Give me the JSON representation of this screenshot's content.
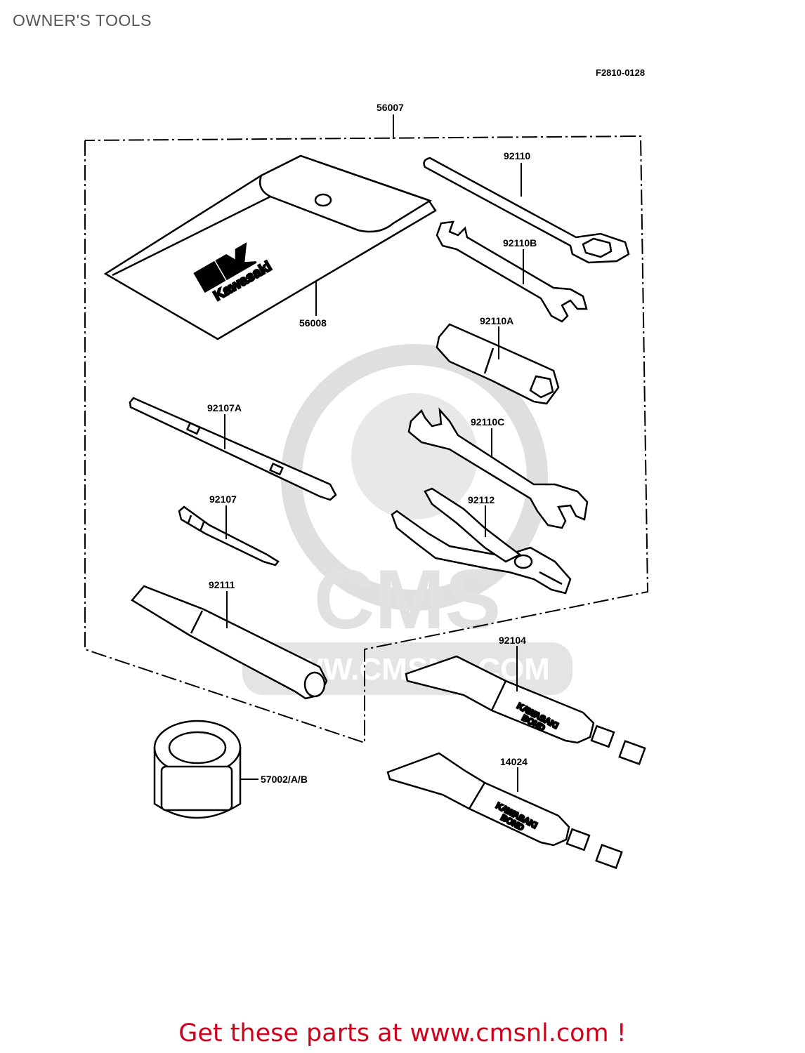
{
  "page_title": "OWNER'S TOOLS",
  "figure_code": "F2810-0128",
  "parts": {
    "p56007": "56007",
    "p56008": "56008",
    "p92110": "92110",
    "p92110B": "92110B",
    "p92110A": "92110A",
    "p92110C": "92110C",
    "p92112": "92112",
    "p92107A": "92107A",
    "p92107": "92107",
    "p92111": "92111",
    "p92104": "92104",
    "p14024": "14024",
    "p57002": "57002/A/B"
  },
  "pouch_logo_text": "Kawasaki",
  "tube_label": [
    "KAWASAKI",
    "BOND"
  ],
  "watermark": {
    "brand": "CMS",
    "url": "WWW.CMSNL.COM",
    "color": "#d9d9d9"
  },
  "footer_text": "Get these parts at www.cmsnl.com !",
  "footer_color": "#d0021b"
}
